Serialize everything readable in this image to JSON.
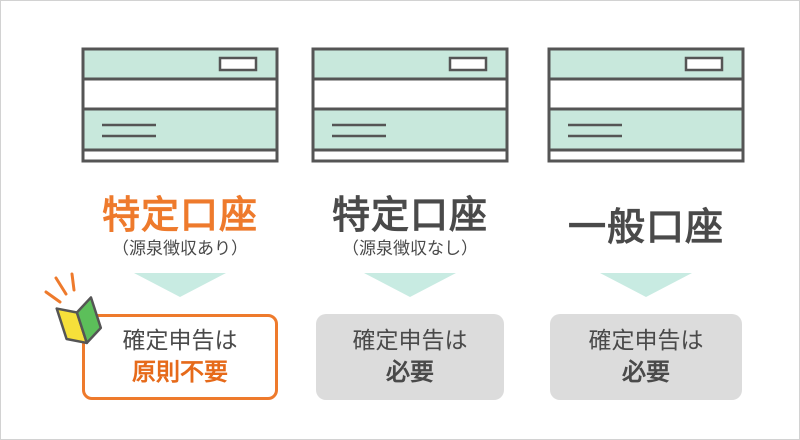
{
  "colors": {
    "highlight": "#ee7a2c",
    "card_teal": "#c8e8dc",
    "card_stroke": "#555555",
    "arrow_teal": "#c8ebe2",
    "box_grey": "#dcdcdc",
    "text": "#4a4a4a"
  },
  "accounts": [
    {
      "name": "特定口座",
      "subtitle": "（源泉徴収あり）",
      "result_line1": "確定申告は",
      "result_line2": "原則不要",
      "highlighted": true
    },
    {
      "name": "特定口座",
      "subtitle": "（源泉徴収なし）",
      "result_line1": "確定申告は",
      "result_line2": "必要",
      "highlighted": false
    },
    {
      "name": "一般口座",
      "subtitle": "",
      "result_line1": "確定申告は",
      "result_line2": "必要",
      "highlighted": false
    }
  ],
  "icons": {
    "card": "bank-passbook-icon",
    "arrow": "down-triangle-arrow-icon",
    "beginner": "beginner-mark-icon"
  }
}
